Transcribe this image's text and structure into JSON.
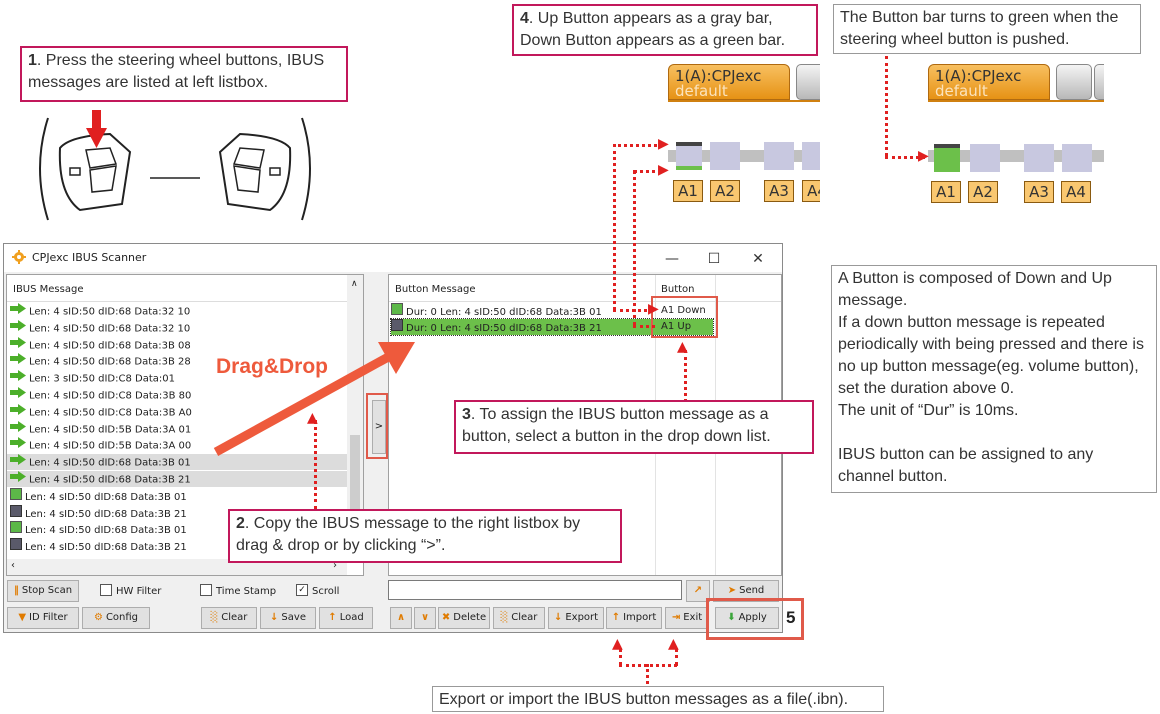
{
  "notes": {
    "n1_num": "1",
    "n1_text": ". Press the steering wheel buttons, IBUS messages are listed at left listbox.",
    "n2_num": "2",
    "n2_text": ". Copy the IBUS message to the right listbox by drag & drop or by clicking “>”.",
    "n3_num": "3",
    "n3_text": ". To assign the IBUS button message as a button, select a button in the drop down list.",
    "n4_num": "4",
    "n4_text": ". Up Button appears as a gray bar, Down Button appears as a green bar.",
    "n_green": "The Button bar turns to green when the steering wheel button is pushed.",
    "n_info_1": "A Button is composed of Down and Up message.",
    "n_info_2": "If a down button message is repeated periodically with being pressed and there is no up button message(eg. volume button), set the duration above 0.",
    "n_info_3": "The unit of “Dur” is 10ms.",
    "n_info_4": "IBUS button can be assigned to any channel button.",
    "n_export": "Export or import the IBUS button messages as a file(.ibn).",
    "step5": "5",
    "drag": "Drag&Drop"
  },
  "channel_panel": {
    "tab_title": "1(A):CPJexc",
    "tab_sub": "default",
    "buttons": [
      "A1",
      "A2",
      "A3",
      "A4"
    ]
  },
  "window": {
    "title": "CPJexc IBUS Scanner",
    "minimize": "—",
    "maximize": "☐",
    "close": "✕",
    "left_header": "IBUS Message",
    "right_header_msg": "Button Message",
    "right_header_btn": "Button",
    "move_button": ">",
    "ibus_rows": [
      {
        "icon": "arrow",
        "text": "Len: 4 sID:50 dID:68 Data:32 10",
        "sel": false
      },
      {
        "icon": "arrow",
        "text": "Len: 4 sID:50 dID:68 Data:32 10",
        "sel": false
      },
      {
        "icon": "arrow",
        "text": "Len: 4 sID:50 dID:68 Data:3B 08",
        "sel": false
      },
      {
        "icon": "arrow",
        "text": "Len: 4 sID:50 dID:68 Data:3B 28",
        "sel": false
      },
      {
        "icon": "arrow",
        "text": "Len: 3 sID:50 dID:C8 Data:01",
        "sel": false
      },
      {
        "icon": "arrow",
        "text": "Len: 4 sID:50 dID:C8 Data:3B 80",
        "sel": false
      },
      {
        "icon": "arrow",
        "text": "Len: 4 sID:50 dID:C8 Data:3B A0",
        "sel": false
      },
      {
        "icon": "arrow",
        "text": "Len: 4 sID:50 dID:5B Data:3A 01",
        "sel": false
      },
      {
        "icon": "arrow",
        "text": "Len: 4 sID:50 dID:5B Data:3A 00",
        "sel": false
      },
      {
        "icon": "arrow",
        "text": "Len: 4 sID:50 dID:68 Data:3B 01",
        "sel": true
      },
      {
        "icon": "arrow",
        "text": "Len: 4 sID:50 dID:68 Data:3B 21",
        "sel": true
      },
      {
        "icon": "green",
        "text": "Len: 4 sID:50 dID:68 Data:3B 01",
        "sel": false
      },
      {
        "icon": "gray",
        "text": "Len: 4 sID:50 dID:68 Data:3B 21",
        "sel": false
      },
      {
        "icon": "green",
        "text": "Len: 4 sID:50 dID:68 Data:3B 01",
        "sel": false
      },
      {
        "icon": "gray",
        "text": "Len: 4 sID:50 dID:68 Data:3B 21",
        "sel": false
      }
    ],
    "button_rows": [
      {
        "icon": "green",
        "text": "Dur:  0 Len: 4 sID:50 dID:68 Data:3B 01",
        "button": "A1 Down",
        "sel": false
      },
      {
        "icon": "gray",
        "text": "Dur:  0 Len: 4 sID:50 dID:68 Data:3B 21",
        "button": "A1 Up",
        "sel": true
      }
    ],
    "left_buttons": {
      "stop_scan": "Stop Scan",
      "hw_filter": "HW Filter",
      "time_stamp": "Time Stamp",
      "scroll": "Scroll",
      "id_filter": "ID Filter",
      "config": "Config",
      "clear": "Clear",
      "save": "Save",
      "load": "Load"
    },
    "right_buttons": {
      "send": "Send",
      "up": "∧",
      "down": "∨",
      "delete": "Delete",
      "clear": "Clear",
      "export": "Export",
      "import": "Import",
      "exit": "Exit",
      "apply": "Apply"
    }
  },
  "colors": {
    "accent_pink": "#c2185b",
    "arrow_red": "#e05a4a",
    "select_green": "#6cc04a",
    "tab_orange": "#e69215"
  }
}
